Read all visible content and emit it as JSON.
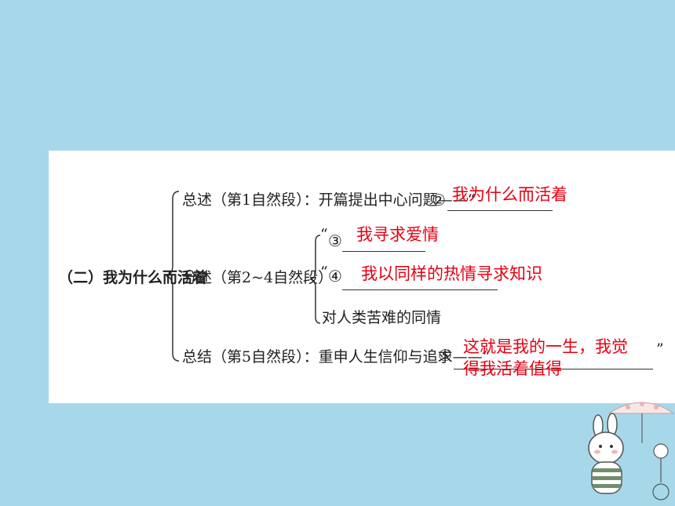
{
  "outline": {
    "root_label": "（二）我为什么而活着",
    "branch1": {
      "prefix": "总述（第1自然段）：开篇提出中心问题——“",
      "number": "②",
      "answer": "我为什么而活着"
    },
    "branch2": {
      "label": "分述（第2~4自然段）",
      "item1_quote": "“",
      "item1_number": "③",
      "item1_answer": "我寻求爱情",
      "item2_quote": "“",
      "item2_number": "④",
      "item2_answer": "我以同样的热情寻求知识",
      "item3": "对人类苦难的同情"
    },
    "branch3": {
      "prefix": "总结（第5自然段）：重申人生信仰与追求——“",
      "number": "⑤",
      "answer_line1": "这就是我的一生，我觉",
      "answer_line2": "得我活着值得",
      "close_quote": "”"
    }
  },
  "colors": {
    "background": "#a7d8ea",
    "card": "#ffffff",
    "answer_text": "#e60012"
  }
}
